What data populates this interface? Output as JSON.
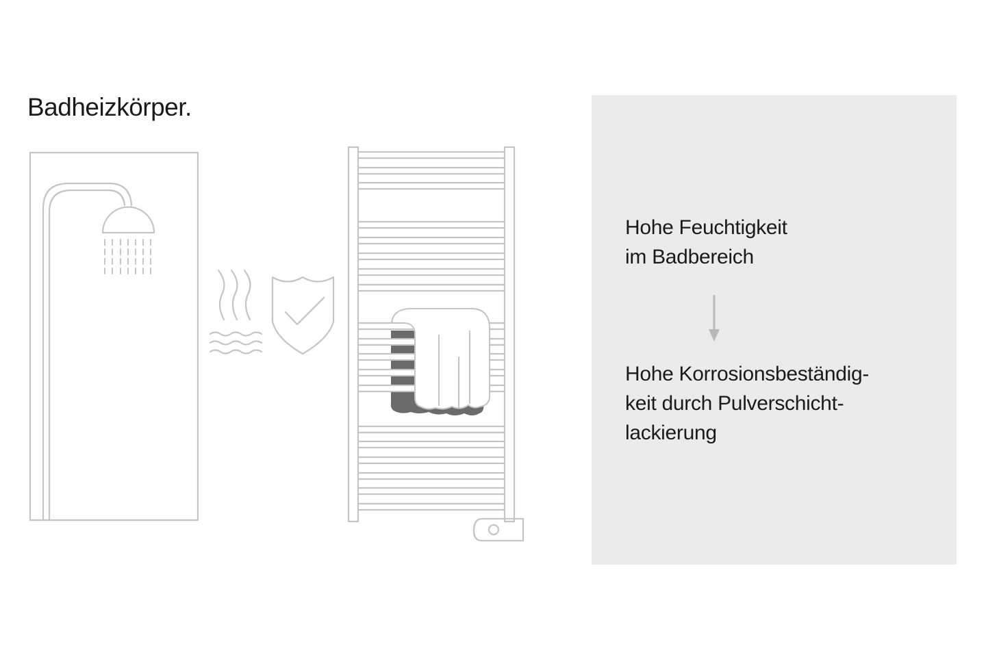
{
  "title": "Badheizkörper.",
  "illustration": {
    "shower_icon": "shower-icon",
    "steam_icon": "steam-humidity-icon",
    "shield_icon": "shield-check-icon",
    "radiator_icon": "towel-radiator-icon",
    "towel_icon": "towel-icon",
    "valve_icon": "heating-element-icon",
    "line_color": "#c4c4c4",
    "dark_fill": "#6b6b6b"
  },
  "info_panel": {
    "background": "#ebebeb",
    "cause_text": "Hohe Feuchtigkeit\nim Badbereich",
    "arrow_icon": "arrow-down-icon",
    "arrow_color": "#b8b8b8",
    "effect_text": "Hohe Korrosionsbeständig-\nkeit durch Pulverschicht-\nlackierung"
  }
}
